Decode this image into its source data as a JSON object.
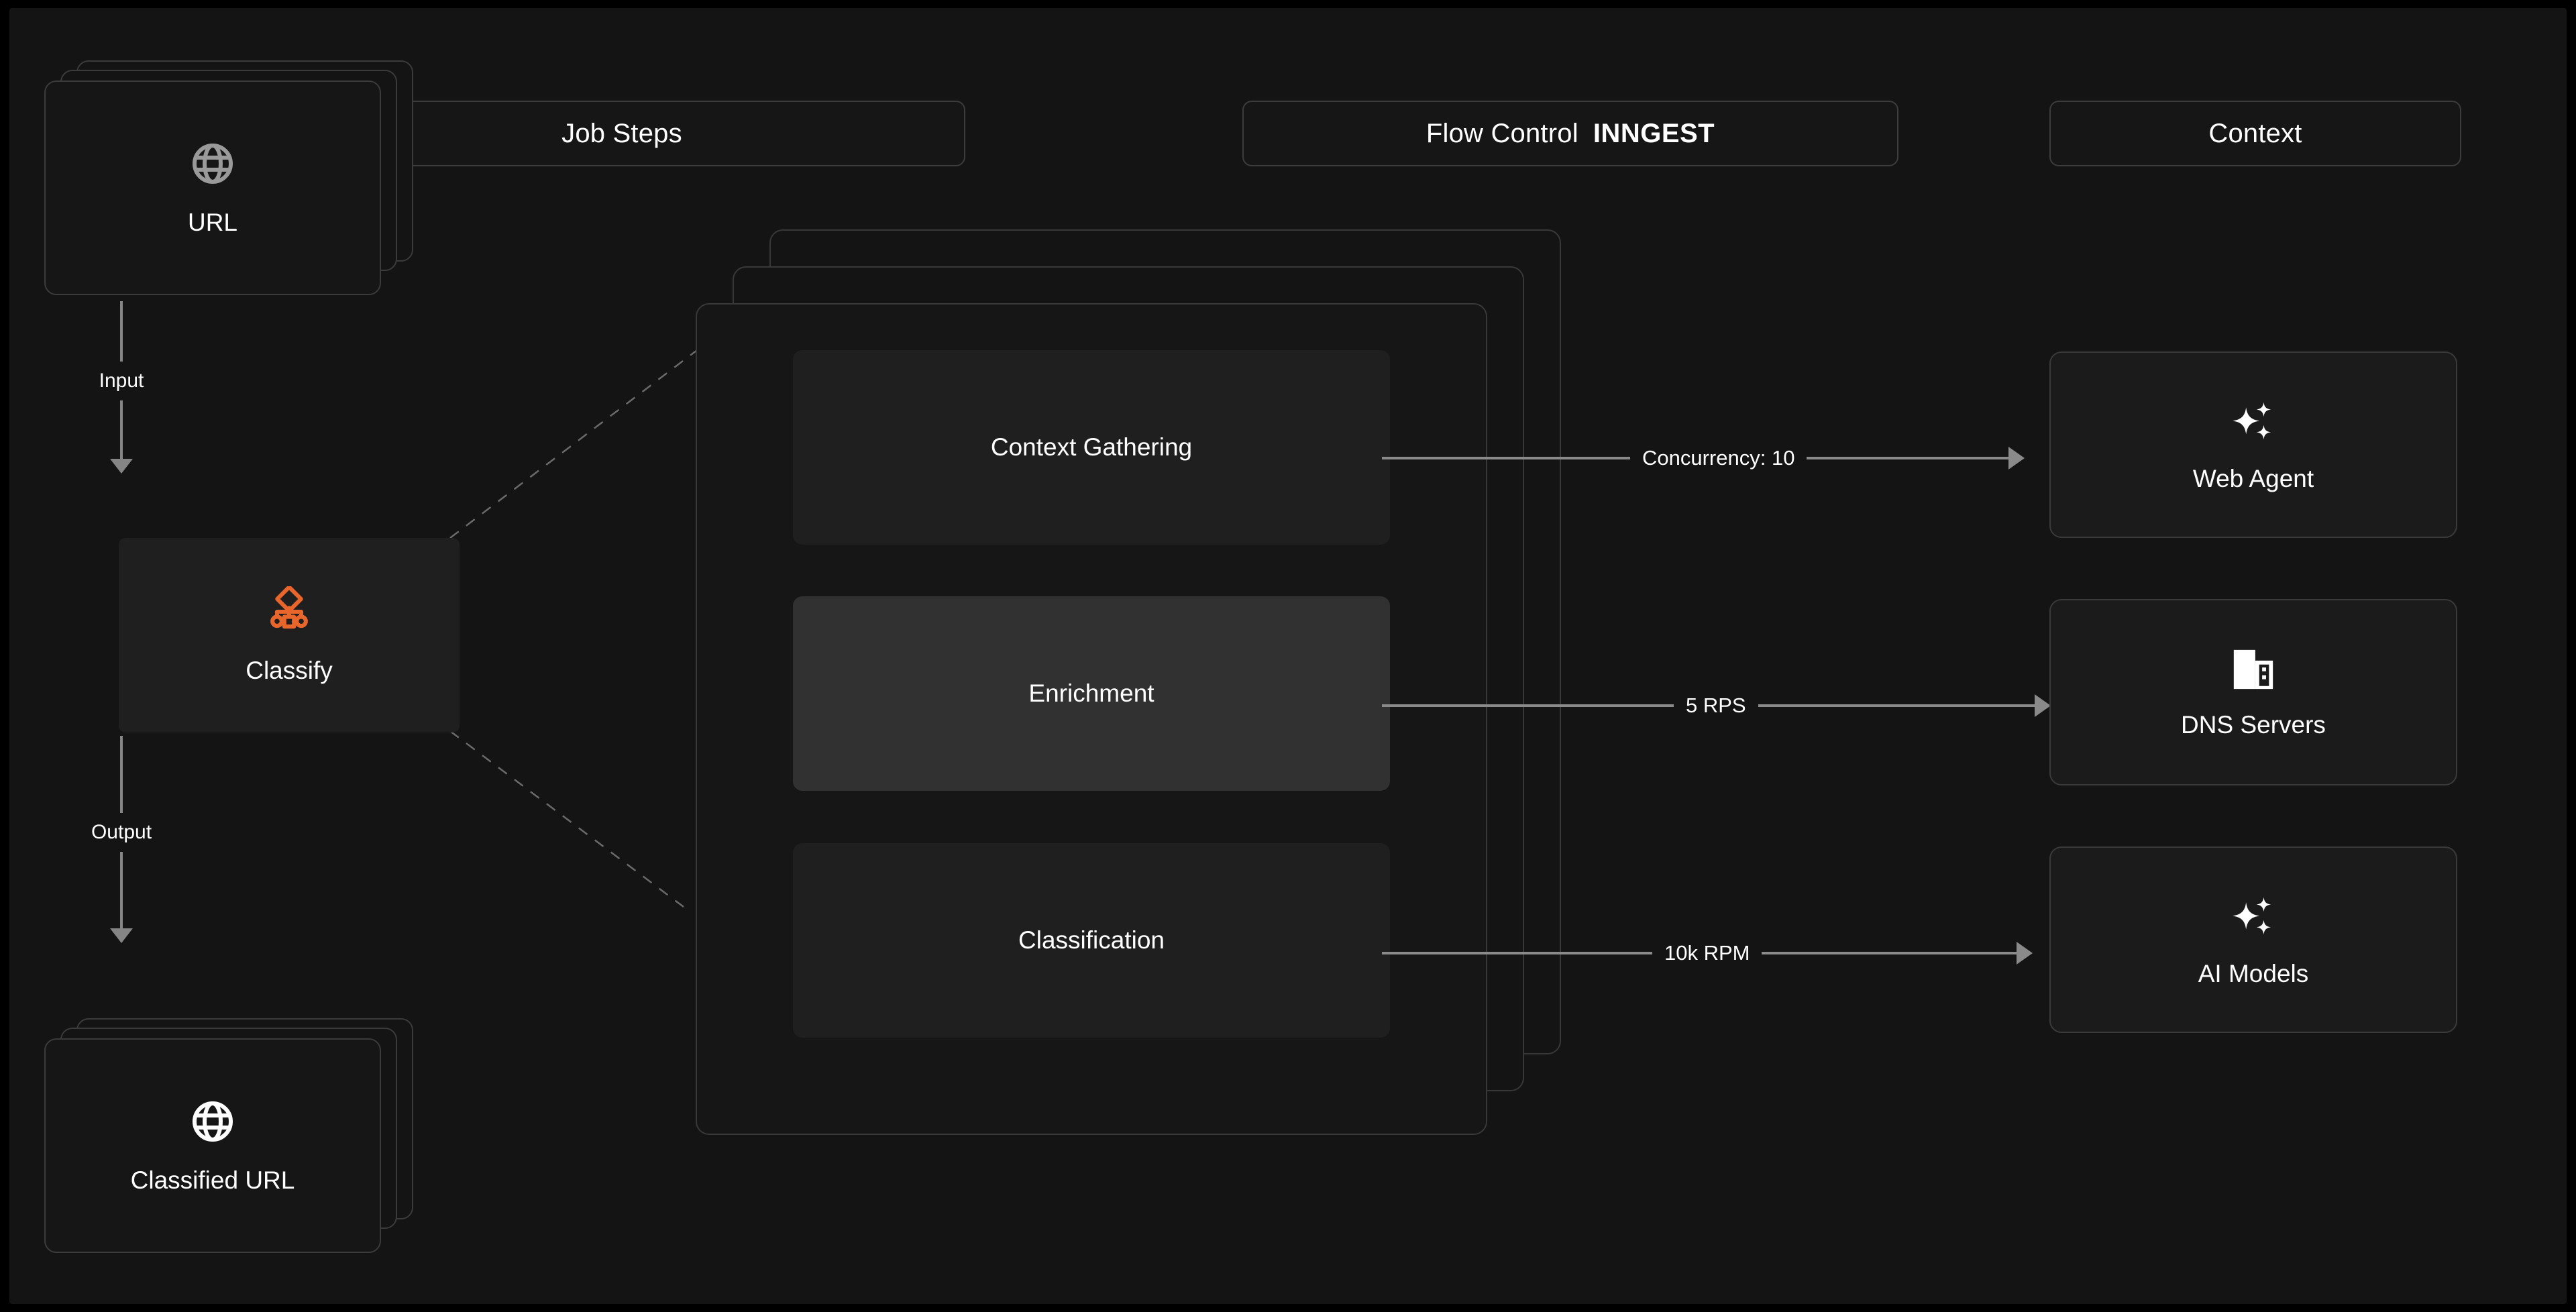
{
  "headers": [
    {
      "id": "job-steps",
      "label": "Job Steps",
      "brand": ""
    },
    {
      "id": "flow-control",
      "label": "Flow Control",
      "brand": "INNGEST"
    },
    {
      "id": "context",
      "label": "Context",
      "brand": ""
    }
  ],
  "input_node": {
    "label": "URL",
    "icon": "globe-icon"
  },
  "output_node": {
    "label": "Classified URL",
    "icon": "globe-icon"
  },
  "process_node": {
    "label": "Classify",
    "icon": "workflow-icon",
    "color": "#E8662C"
  },
  "edges": {
    "input_label": "Input",
    "output_label": "Output"
  },
  "job_steps": [
    {
      "label": "Context Gathering",
      "highlight": false
    },
    {
      "label": "Enrichment",
      "highlight": true
    },
    {
      "label": "Classification",
      "highlight": false
    }
  ],
  "flow_control": [
    {
      "label": "Concurrency: 10"
    },
    {
      "label": "5 RPS"
    },
    {
      "label": "10k RPM"
    }
  ],
  "context_nodes": [
    {
      "label": "Web Agent",
      "icon": "sparkles-icon"
    },
    {
      "label": "DNS Servers",
      "icon": "building-icon"
    },
    {
      "label": "AI Models",
      "icon": "sparkles-icon"
    }
  ],
  "colors": {
    "background": "#000000",
    "canvas": "#141414",
    "card": "#161616",
    "card_border": "#3a3a3a",
    "step": "#1f1f1f",
    "step_highlight": "#313131",
    "accent": "#E8662C",
    "line": "#8a8a8a",
    "text": "#ffffff"
  }
}
